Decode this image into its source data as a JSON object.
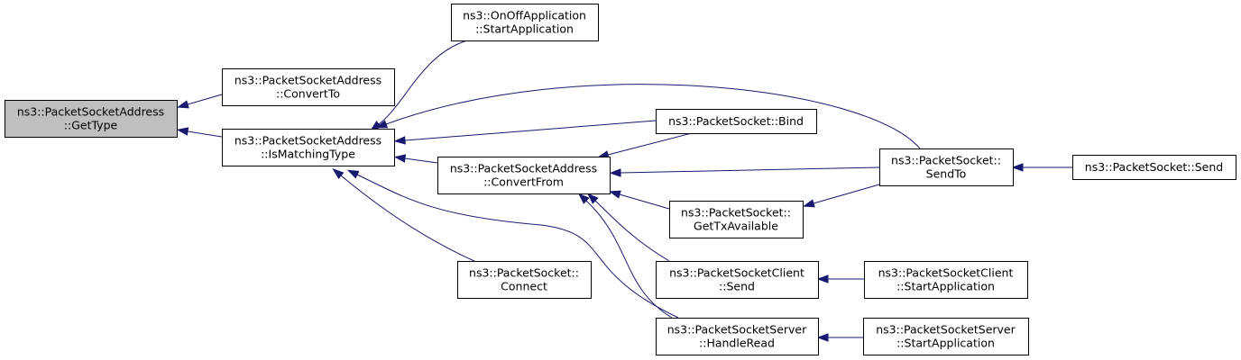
{
  "diagram": {
    "nodes": [
      {
        "id": "gettype",
        "lines": [
          "ns3::PacketSocketAddress",
          "::GetType"
        ],
        "focus": true
      },
      {
        "id": "convertto",
        "lines": [
          "ns3::PacketSocketAddress",
          "::ConvertTo"
        ]
      },
      {
        "id": "ismatchingtype",
        "lines": [
          "ns3::PacketSocketAddress",
          "::IsMatchingType"
        ]
      },
      {
        "id": "onoff_start",
        "lines": [
          "ns3::OnOffApplication",
          "::StartApplication"
        ]
      },
      {
        "id": "convertfrom",
        "lines": [
          "ns3::PacketSocketAddress",
          "::ConvertFrom"
        ]
      },
      {
        "id": "connect",
        "lines": [
          "ns3::PacketSocket::",
          "Connect"
        ]
      },
      {
        "id": "bind",
        "lines": [
          "ns3::PacketSocket::Bind"
        ]
      },
      {
        "id": "gettxavailable",
        "lines": [
          "ns3::PacketSocket::",
          "GetTxAvailable"
        ]
      },
      {
        "id": "client_send",
        "lines": [
          "ns3::PacketSocketClient",
          "::Send"
        ]
      },
      {
        "id": "server_handleread",
        "lines": [
          "ns3::PacketSocketServer",
          "::HandleRead"
        ]
      },
      {
        "id": "sendto",
        "lines": [
          "ns3::PacketSocket::",
          "SendTo"
        ]
      },
      {
        "id": "client_start",
        "lines": [
          "ns3::PacketSocketClient",
          "::StartApplication"
        ]
      },
      {
        "id": "server_start",
        "lines": [
          "ns3::PacketSocketServer",
          "::StartApplication"
        ]
      },
      {
        "id": "send",
        "lines": [
          "ns3::PacketSocket::Send"
        ]
      }
    ],
    "edges": [
      {
        "from": "convertto",
        "to": "gettype"
      },
      {
        "from": "ismatchingtype",
        "to": "gettype"
      },
      {
        "from": "onoff_start",
        "to": "ismatchingtype"
      },
      {
        "from": "sendto",
        "to": "ismatchingtype"
      },
      {
        "from": "bind",
        "to": "ismatchingtype"
      },
      {
        "from": "convertfrom",
        "to": "ismatchingtype"
      },
      {
        "from": "connect",
        "to": "ismatchingtype"
      },
      {
        "from": "server_handleread",
        "to": "ismatchingtype"
      },
      {
        "from": "bind",
        "to": "convertfrom"
      },
      {
        "from": "sendto",
        "to": "convertfrom"
      },
      {
        "from": "gettxavailable",
        "to": "convertfrom"
      },
      {
        "from": "client_send",
        "to": "convertfrom"
      },
      {
        "from": "server_handleread",
        "to": "convertfrom"
      },
      {
        "from": "sendto",
        "to": "gettxavailable"
      },
      {
        "from": "send",
        "to": "sendto"
      },
      {
        "from": "client_start",
        "to": "client_send"
      },
      {
        "from": "server_start",
        "to": "server_handleread"
      }
    ]
  }
}
